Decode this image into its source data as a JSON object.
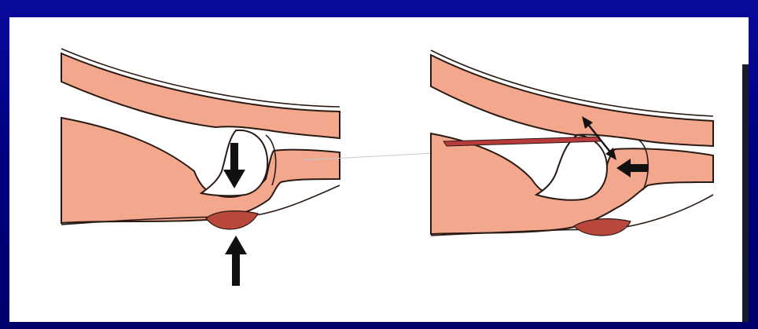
{
  "slide": {
    "background_color": "#00007e",
    "frame_color": "#ffffff"
  },
  "diagram": {
    "panels": [
      {
        "id": "left",
        "elements": [
          "soft-tissue-band",
          "bone-head-socket",
          "joint-cartilage",
          "down-arrow-icon",
          "up-arrow-icon",
          "bruise-swelling"
        ]
      },
      {
        "id": "right",
        "elements": [
          "soft-tissue-band",
          "bone-head-socket",
          "joint-cartilage",
          "tear-line",
          "double-arrow-icon",
          "left-arrow-icon",
          "bruise-swelling"
        ]
      }
    ],
    "colors": {
      "tissue": "#f3a78c",
      "tissue_stroke": "#2a1a14",
      "cartilage": "#ffffff",
      "bruise": "#b9473c",
      "tear": "#b83a3a",
      "arrow": "#111111"
    }
  }
}
